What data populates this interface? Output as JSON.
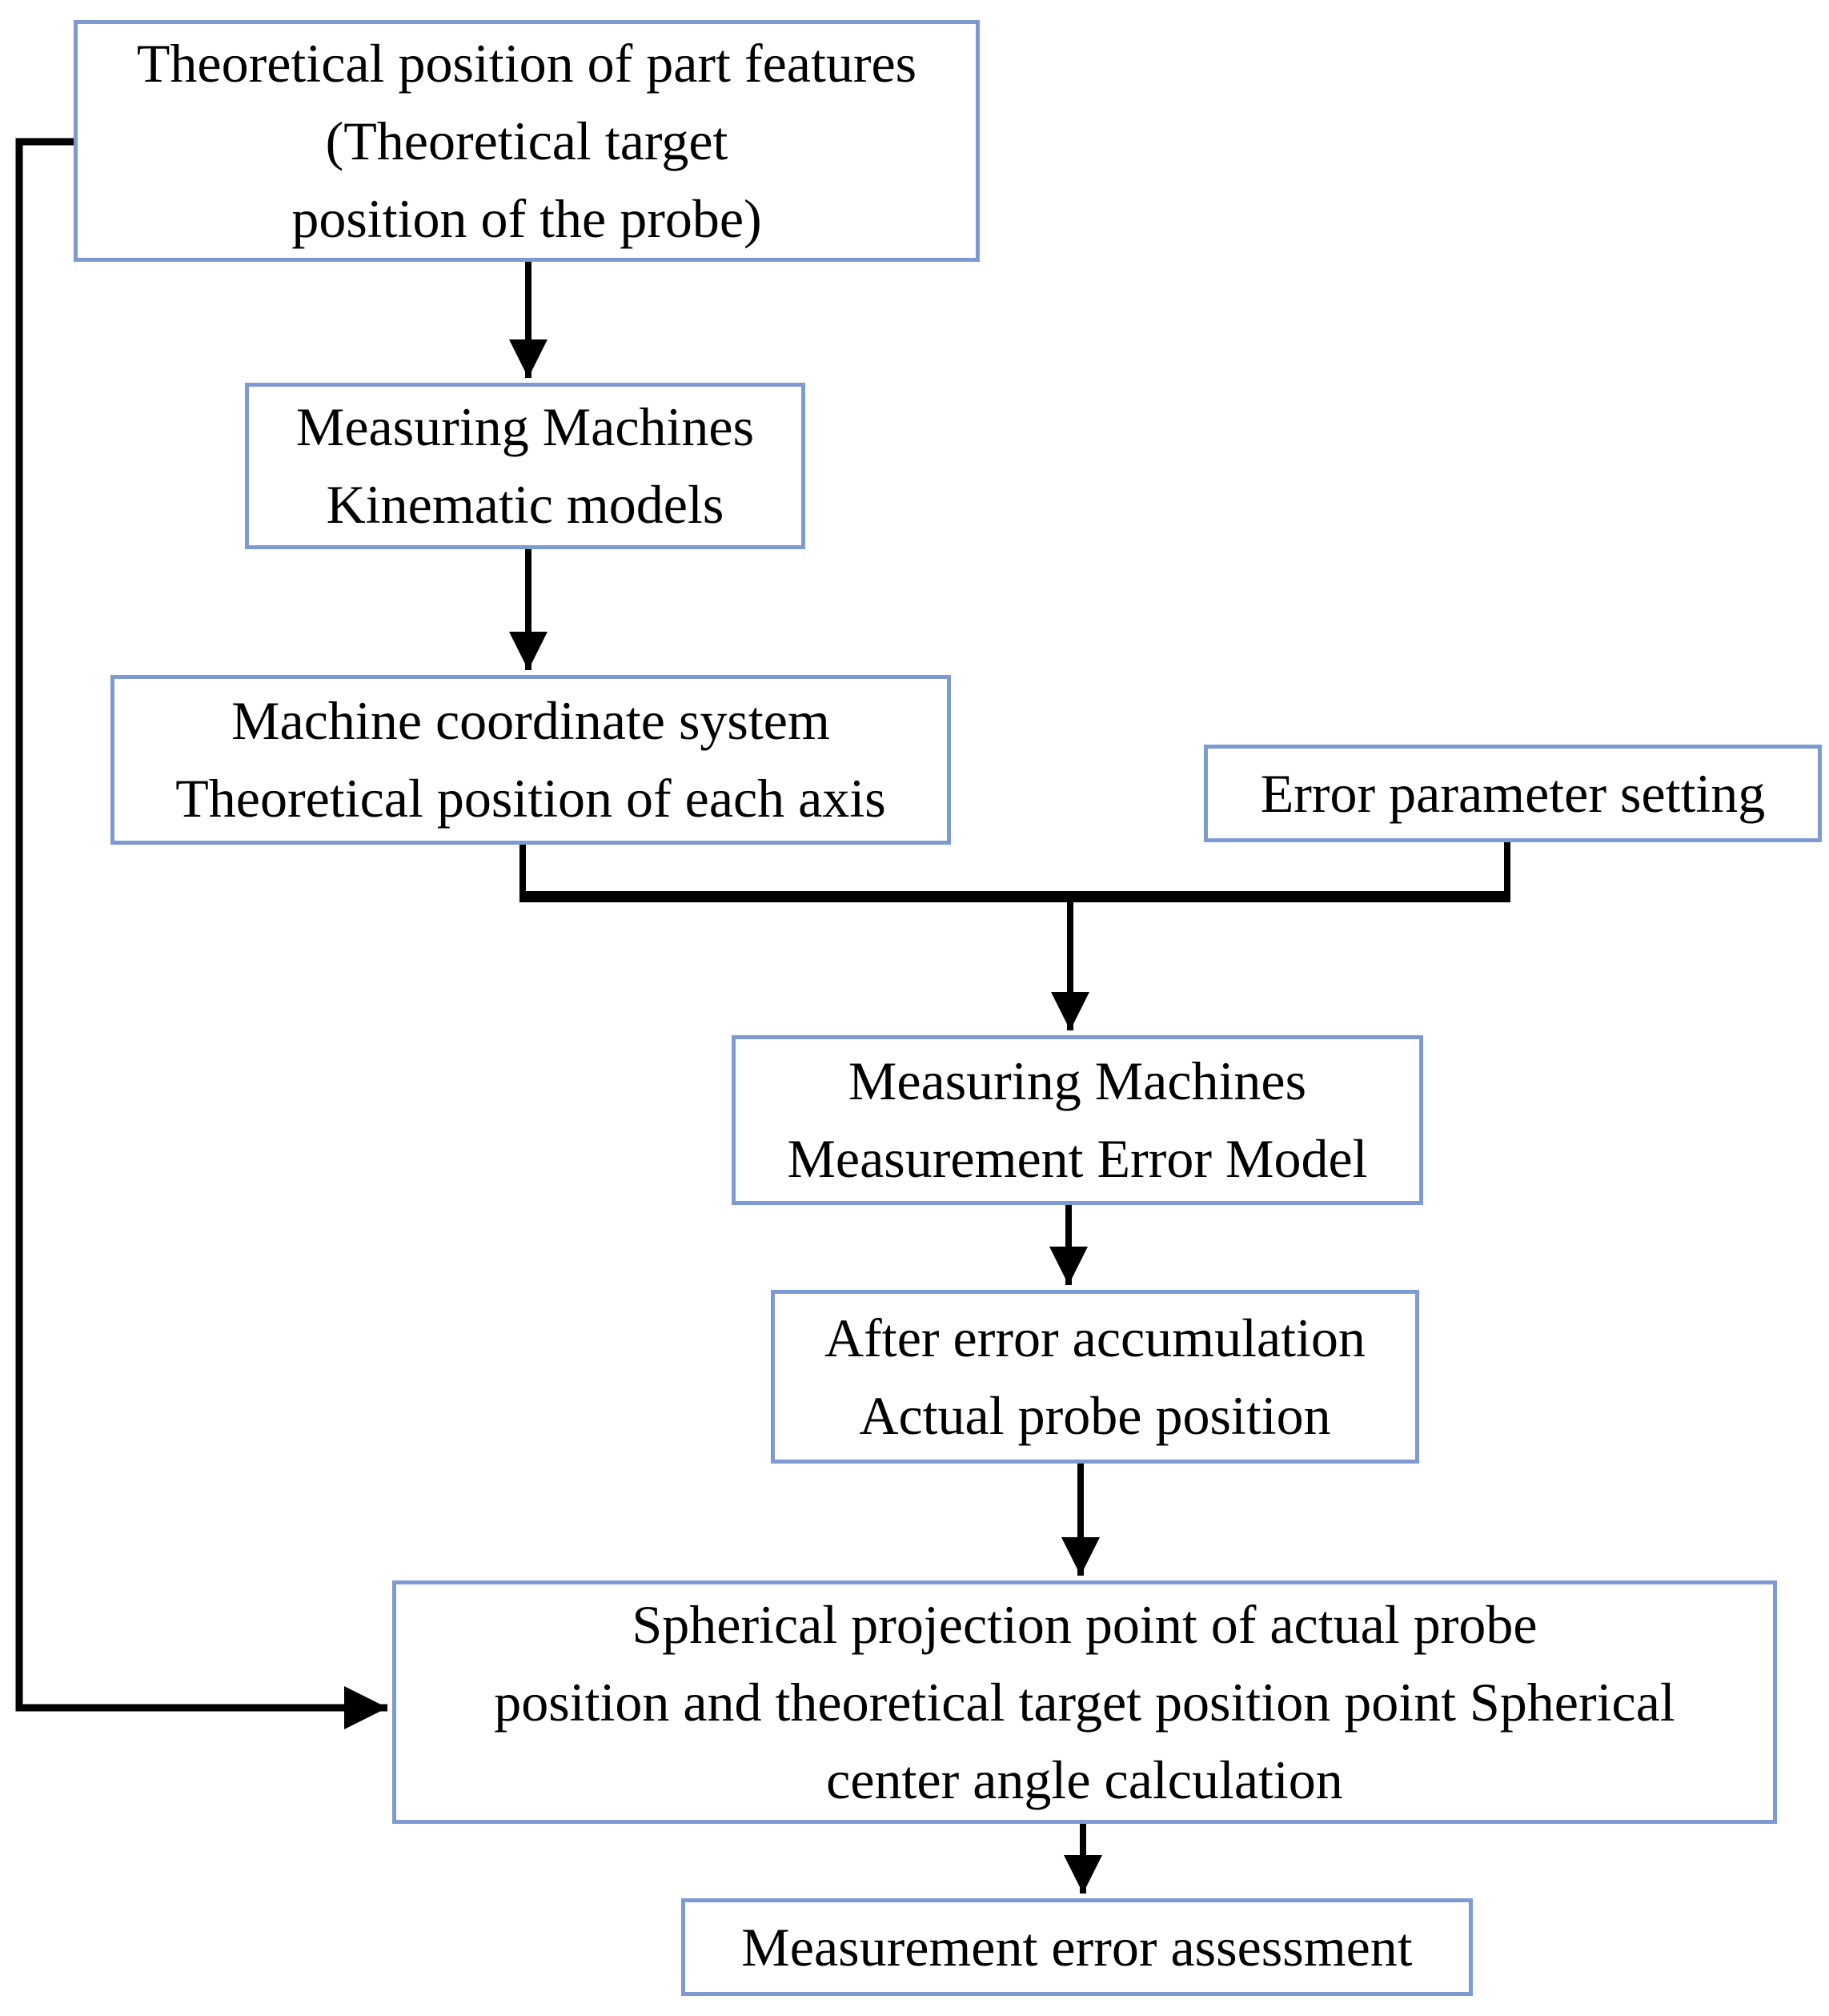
{
  "figure": {
    "type": "flowchart",
    "nodes": {
      "theoretical_position": {
        "label": "Theoretical position of part features\n(Theoretical target\nposition of the probe)"
      },
      "kinematic_models": {
        "label": "Measuring Machines\nKinematic models"
      },
      "machine_coordinate": {
        "label": "Machine coordinate system\nTheoretical position of each axis"
      },
      "error_parameter": {
        "label": "Error parameter setting"
      },
      "error_model": {
        "label": "Measuring Machines\nMeasurement Error Model"
      },
      "after_error": {
        "label": "After error accumulation\nActual probe position"
      },
      "spherical_projection": {
        "label": "Spherical projection point of actual probe\nposition and theoretical target position point Spherical\ncenter angle calculation"
      },
      "assessment": {
        "label": "Measurement error assessment"
      }
    },
    "edges": [
      {
        "from": "theoretical_position",
        "to": "kinematic_models"
      },
      {
        "from": "kinematic_models",
        "to": "machine_coordinate"
      },
      {
        "from": "machine_coordinate",
        "to": "error_model"
      },
      {
        "from": "error_parameter",
        "to": "error_model"
      },
      {
        "from": "error_model",
        "to": "after_error"
      },
      {
        "from": "after_error",
        "to": "spherical_projection"
      },
      {
        "from": "theoretical_position",
        "to": "spherical_projection"
      },
      {
        "from": "spherical_projection",
        "to": "assessment"
      }
    ],
    "colors": {
      "box_border": "#7d9ad2",
      "box_background": "#ffffff",
      "arrow": "#000000",
      "text": "#000000",
      "background": "#ffffff"
    }
  }
}
